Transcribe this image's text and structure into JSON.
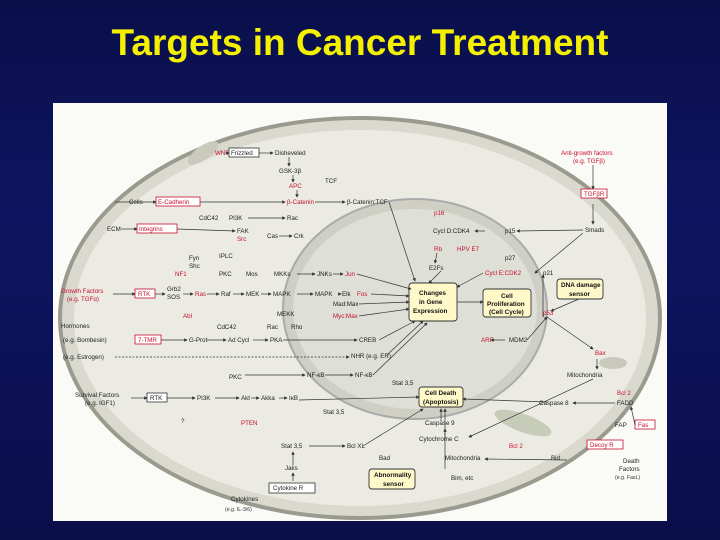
{
  "slide": {
    "title": "Targets in Cancer Treatment"
  },
  "nodes": {
    "wnt": "WNT",
    "frizzled": "Frizzled",
    "disheveled": "Disheveled",
    "gsk3b": "GSK-3β",
    "apc": "APC",
    "tcf": "TCF",
    "cells": "Cells",
    "e_cadherin": "E-Cadherin",
    "b_catenin": "β-Catenin",
    "b_catenin_tcf": "β-Catenin:TCF",
    "ecm": "ECM",
    "integrins": "Integrins",
    "cdc42_top": "CdC42",
    "pi3k_top": "PI3K",
    "rac_top": "Rac",
    "fak": "FAK",
    "src": "Src",
    "cas": "Cas",
    "crk": "Crk",
    "fyn": "Fyn",
    "shc": "Shc",
    "iplc": "IPLC",
    "pkc_top": "PKC",
    "mos": "Mos",
    "mkks": "MKKs",
    "jnks": "JNKs",
    "jun": "Jun",
    "nf1": "NF1",
    "growth_factors": "Growth Factors",
    "growth_factors_eg": "(e.g. TGFα)",
    "rtk_top": "RTK",
    "grb2": "Grb2",
    "sos": "SOS",
    "ras": "Ras",
    "raf": "Raf",
    "mek": "MEK",
    "mapk_1": "MAPK",
    "mapk_2": "MAPK",
    "elk": "Elk",
    "fos": "Fos",
    "mad_max": "Mad:Max",
    "myc_max": "Myc:Max",
    "mekk": "MEKK",
    "abl": "Abl",
    "cdc42_mid": "CdC42",
    "rac_mid": "Rac",
    "rho": "Rho",
    "hormones": "Hormones",
    "hormones_eg": "(e.g. Bombesin)",
    "seven_tmr": "7-TMR",
    "gprot": "G-Prot",
    "ad_cycl": "Ad Cycl",
    "pka": "PKA",
    "creb": "CREB",
    "estrogen": "(e.g. Estrogen)",
    "nhr": "NHR (e.g. ER)",
    "survival_factors": "Survival Factors",
    "survival_factors_eg": "(e.g. IGF1)",
    "rtk_bottom": "RTK",
    "pkc_bottom": "PKC",
    "nfkb_1": "NF-κB",
    "nfkb_2": "NF-κB",
    "pi3k_bottom": "PI3K",
    "akt": "Akt",
    "akka": "Akka",
    "ikb": "IκB",
    "pten": "PTEN",
    "question": "?",
    "stat35_top": "Stat 3,5",
    "stat35_mid": "Stat 3,5",
    "stat35_bottom": "Stat 3,5",
    "bcl_xl": "Bcl XL",
    "bad": "Bad",
    "jaks": "Jaks",
    "cytokine_r": "Cytokine R",
    "cytokines": "Cytokines",
    "cytokines_eg": "(e.g. IL-3/6)",
    "changes_gene_expression": [
      "Changes",
      "in Gene",
      "Expression"
    ],
    "cell_proliferation": [
      "Cell",
      "Proliferation",
      "(Cell Cycle)"
    ],
    "cell_death": [
      "Cell Death",
      "(Apoptosis)"
    ],
    "abnormality_sensor": [
      "Abnormality",
      "sensor"
    ],
    "p16": "p16",
    "cycl_d_cdk4": "Cycl D:CDK4",
    "p15": "p15",
    "rb": "Rb",
    "hpv_e7": "HPV E7",
    "e2fs": "E2Fs",
    "p27": "p27",
    "cycl_e_cdk2": "Cycl E:CDK2",
    "p21": "p21",
    "anti_growth_factors": "Anti-growth factors",
    "anti_growth_factors_eg": "(e.g. TGFβ)",
    "tgfbr": "TGFβR",
    "smads": "Smads",
    "dna_damage_sensor": [
      "DNA damage",
      "sensor"
    ],
    "p53": "p53",
    "arf": "ARF",
    "mdm2": "MDM2",
    "bax": "Bax",
    "mitochondria_right": "Mitochondria",
    "bcl2_right": "Bcl 2",
    "fadd": "FADD",
    "caspase8": "Caspase 8",
    "caspase9": "Caspase 9",
    "cytochrome_c": "Cytochrome C",
    "bcl2_bottom": "Bcl 2",
    "mitochondria_bottom": "Mitochondria",
    "bid": "Bid",
    "bim": "Bim, etc",
    "fap": "FAP",
    "fas": "Fas",
    "decoy_r": "Decoy R",
    "death_factors": [
      "Death",
      "Factors"
    ],
    "death_factors_eg": "(e.g. FasL)"
  },
  "colors": {
    "title": "#f5f000",
    "background": "#0e1560",
    "highlight": "#c8102e"
  }
}
